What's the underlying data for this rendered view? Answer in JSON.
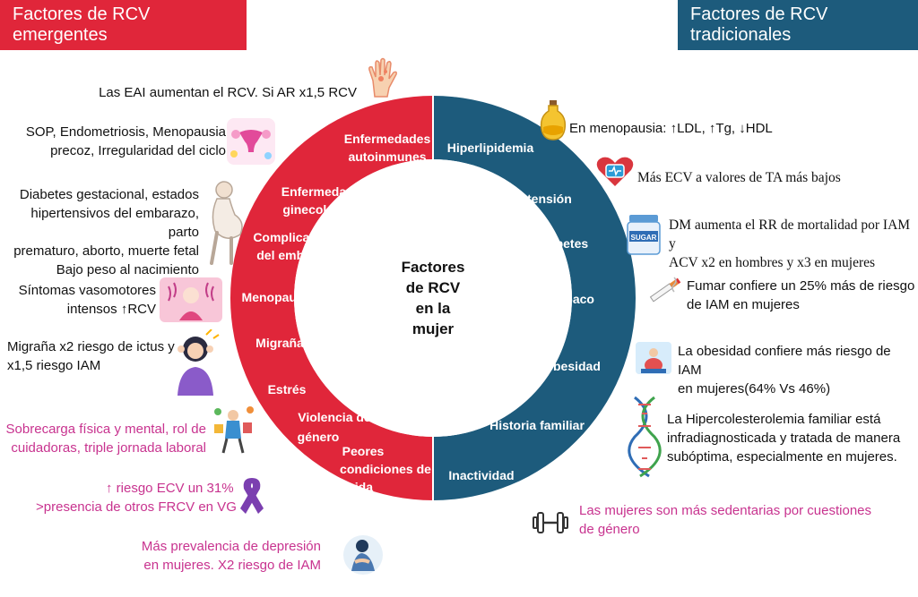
{
  "header": {
    "left": "Factores de RCV emergentes",
    "right": "Factores de RCV tradicionales"
  },
  "center": {
    "lines": [
      "Factores",
      "de RCV",
      "en la",
      "mujer"
    ]
  },
  "ring_left": [
    [
      "Enfermedades",
      "autoinmunes"
    ],
    [
      "Enfermedades",
      "ginecológicas"
    ],
    [
      "Complicaciones",
      "del embarazo"
    ],
    [
      "Menopausia"
    ],
    [
      "Migraña"
    ],
    [
      "Estrés"
    ],
    [
      "Violencia de",
      "género"
    ],
    [
      "Peores",
      "condiciones de",
      "vida"
    ]
  ],
  "ring_right": [
    [
      "Hiperlipidemia"
    ],
    [
      "Hipertensión"
    ],
    [
      "Diabetes"
    ],
    [
      "Tabaco"
    ],
    [
      "Obesidad"
    ],
    [
      "Historia familiar"
    ],
    [
      "Inactividad"
    ]
  ],
  "left_notes": {
    "eai": "Las EAI aumentan el RCV. Si AR x1,5 RCV",
    "gineco": [
      "SOP, Endometriosis, Menopausia",
      "precoz, Irregularidad del ciclo"
    ],
    "embarazo": [
      "Diabetes gestacional, estados",
      "hipertensivos del embarazo, parto",
      "prematuro, aborto, muerte fetal",
      "Bajo peso al nacimiento"
    ],
    "vasomotores": [
      "Síntomas vasomotores",
      "intensos ↑RCV"
    ],
    "migrana": [
      "Migraña x2 riesgo de ictus y",
      "x1,5 riesgo IAM"
    ],
    "sobrecarga": [
      "Sobrecarga física y mental, rol de",
      "cuidadoras, triple jornada laboral"
    ],
    "violencia": [
      "↑ riesgo ECV  un 31%",
      ">presencia de otros FRCV en VG"
    ],
    "depresion": [
      "Más prevalencia de depresión",
      "en mujeres. X2 riesgo de IAM"
    ]
  },
  "right_notes": {
    "lipidos": "En menopausia: ↑LDL, ↑Tg, ↓HDL",
    "ta": "Más ECV a valores de TA más bajos",
    "dm": [
      "DM aumenta el RR de mortalidad por IAM y",
      "ACV x2  en hombres y x3 en mujeres"
    ],
    "tabaco": [
      "Fumar confiere un 25% más de riesgo",
      "de IAM en mujeres"
    ],
    "obesidad": [
      "La obesidad confiere más riesgo de IAM",
      "en mujeres(64% Vs 46%)"
    ],
    "hipercol": [
      "La Hipercolesterolemia familiar está",
      "infradiagnosticada y tratada de manera",
      "subóptima, especialmente en mujeres."
    ],
    "sedentarias": [
      "Las mujeres son más sedentarias por cuestiones",
      "de género"
    ]
  },
  "icon_labels": {
    "sugar": "SUGAR"
  },
  "colors": {
    "red": "#e0263a",
    "blue": "#1d5b7c",
    "pink_text": "#c8338f",
    "white": "#ffffff"
  }
}
